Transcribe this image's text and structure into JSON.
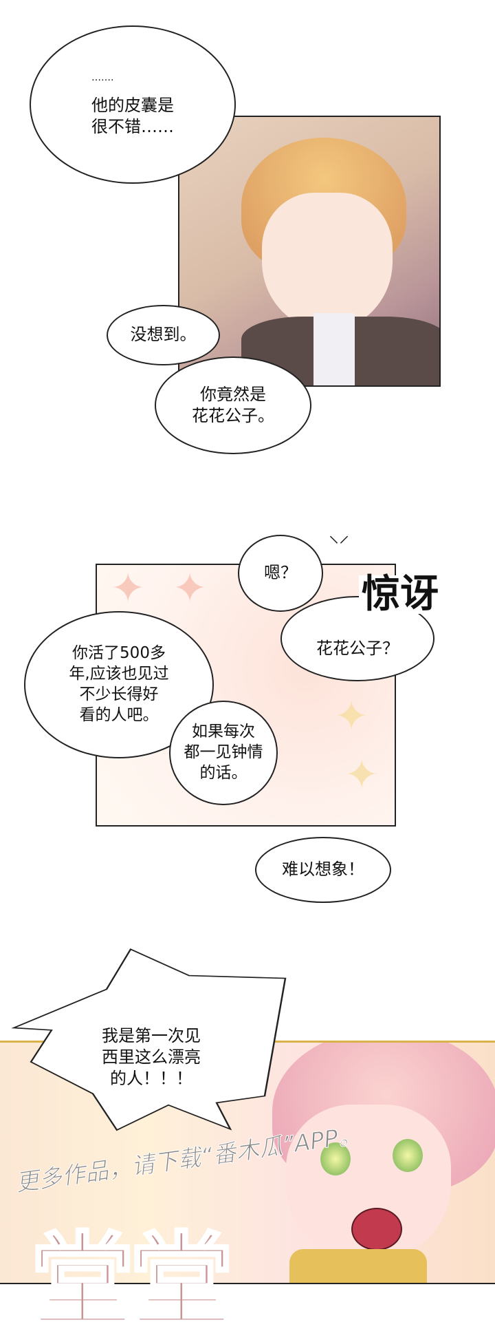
{
  "panel1": {
    "bubbles": [
      {
        "lines": [
          "…….",
          "他的皮囊是",
          "很不错……"
        ]
      },
      {
        "lines": [
          "没想到。"
        ]
      },
      {
        "lines": [
          "你竟然是",
          "花花公子。"
        ]
      }
    ]
  },
  "panel2": {
    "bubbles": [
      {
        "lines": [
          "嗯？"
        ]
      },
      {
        "lines": [
          "花花公子？"
        ]
      },
      {
        "lines": [
          "你活了500多",
          "年,应该也见过",
          "不少长得好",
          "看的人吧。"
        ]
      },
      {
        "lines": [
          "如果每次",
          "都一见钟情",
          "的话。"
        ]
      },
      {
        "lines": [
          "难以想象！"
        ]
      }
    ],
    "sfx": "惊讶"
  },
  "panel3": {
    "bubble": {
      "lines": [
        "我是第一次见",
        "西里这么漂亮",
        "的人！！！"
      ]
    },
    "sfx": "堂堂",
    "watermark": "更多作品，请下载“番木瓜”APP。"
  },
  "colors": {
    "sfx_pink": "#c99594",
    "panel_border": "#222222"
  }
}
